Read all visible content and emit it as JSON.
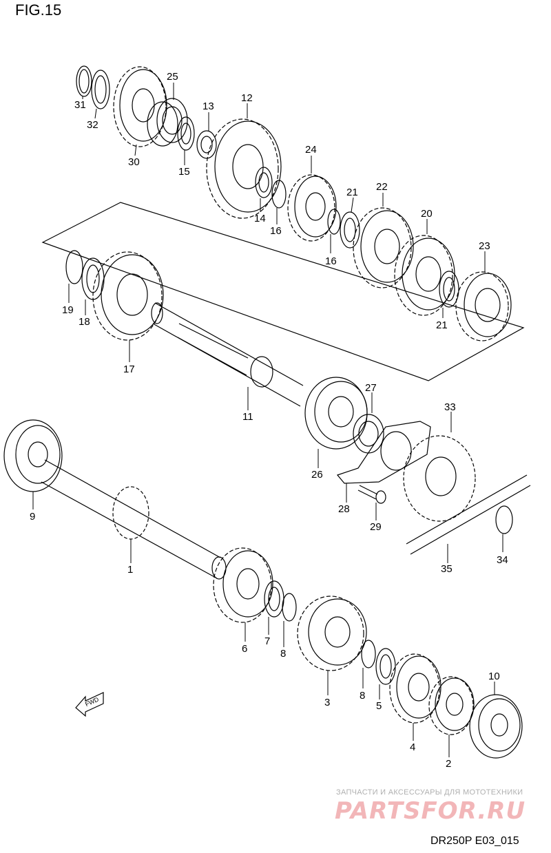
{
  "figure_title": "FIG.15",
  "drawing_code": "DR250P E03_015",
  "direction_arrow": "FWD",
  "watermark": {
    "tagline": "ЗАПЧАСТИ И АКСЕССУАРЫ ДЛЯ МОТОТЕХНИКИ",
    "brand": "PARTSFOR.RU"
  },
  "callouts": [
    "1",
    "2",
    "3",
    "4",
    "5",
    "6",
    "7",
    "8",
    "8",
    "9",
    "10",
    "11",
    "12",
    "13",
    "14",
    "15",
    "16",
    "16",
    "17",
    "18",
    "19",
    "20",
    "21",
    "21",
    "22",
    "23",
    "24",
    "25",
    "26",
    "27",
    "28",
    "29",
    "30",
    "31",
    "32",
    "33",
    "34",
    "35"
  ]
}
